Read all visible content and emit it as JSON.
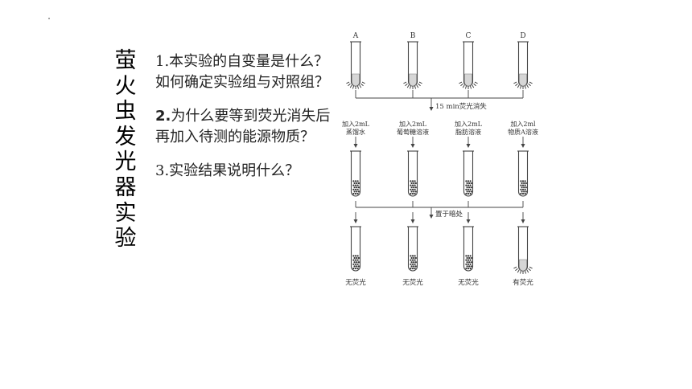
{
  "title_chars": [
    "萤",
    "火",
    "虫",
    "发",
    "光",
    "器",
    "实",
    "验"
  ],
  "questions": {
    "q1": "1.本实验的自变量是什么？如何确定实验组与对照组？",
    "q2_num": "2.",
    "q2_text": "为什么要等到荧光消失后再加入待测的能源物质？",
    "q3": "3.实验结果说明什么？"
  },
  "figure": {
    "tube_labels": [
      "A",
      "B",
      "C",
      "D"
    ],
    "step1": "15 min荧光消失",
    "additions": [
      [
        "加入2mL",
        "蒸馏水"
      ],
      [
        "加入2mL",
        "葡萄糖溶液"
      ],
      [
        "加入2mL",
        "脂肪溶液"
      ],
      [
        "加入2ml",
        "物质A溶液"
      ]
    ],
    "step2": "置于暗处",
    "results": [
      "无荧光",
      "无荧光",
      "无荧光",
      "有荧光"
    ],
    "final_glow": [
      false,
      false,
      false,
      true
    ]
  }
}
